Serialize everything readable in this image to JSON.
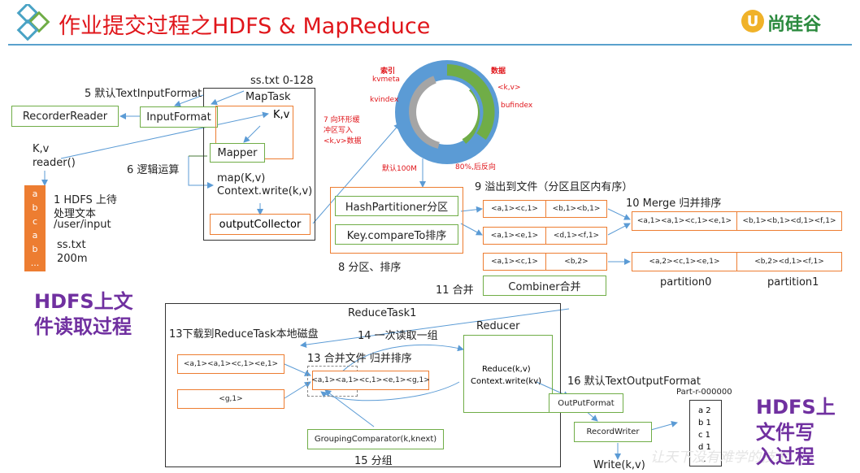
{
  "header": {
    "title": "作业提交过程之HDFS & MapReduce",
    "logo_text": "尚硅谷"
  },
  "map_side": {
    "input_format_label": "5 默认TextInputFormat",
    "file_range": "ss.txt 0-128",
    "maptask": "MapTask",
    "recorder_reader": "RecorderReader",
    "input_format": "InputFormat",
    "kv": "K,v",
    "kv_reader_1": "K,v",
    "kv_reader_2": "reader()",
    "mapper": "Mapper",
    "logic_label": "6 逻辑运算",
    "map_call_1": "map(K,v)",
    "map_call_2": "Context.write(k,v)",
    "output_collector": "outputCollector",
    "hdfs_file_chars": [
      "a",
      "b",
      "c",
      "a",
      "b",
      "..."
    ],
    "hdfs_upload_1": "1 HDFS 上待",
    "hdfs_upload_2": "处理文本",
    "hdfs_upload_3": "/user/input",
    "file_name": "ss.txt",
    "file_size": "200m",
    "hdfs_read_1": "HDFS上文",
    "hdfs_read_2": "件读取过程"
  },
  "ring_buffer": {
    "index_label": "索引",
    "kvmeta": "kvmeta",
    "kvindex": "kvindex",
    "data_label": "数据",
    "kv_pair": "<k,v>",
    "bufindex": "bufindex",
    "write_note_1": "7 向环形缓",
    "write_note_2": "冲区写入",
    "write_note_3": "<k,v>数据",
    "default_size": "默认100M",
    "threshold": "80%,后反向"
  },
  "shuffle": {
    "spill_label": "9 溢出到文件（分区且区内有序）",
    "hash_partitioner": "HashPartitioner分区",
    "key_compare": "Key.compareTo排序",
    "partition_sort_label": "8 分区、排序",
    "spill_rows": [
      [
        "<a,1><c,1>",
        "<b,1><b,1>"
      ],
      [
        "<a,1><e,1>",
        "<d,1><f,1>"
      ],
      [
        "<a,1><c,1>",
        "<b,2>"
      ]
    ],
    "merge_label": "10 Merge 归并排序",
    "merged_rows": [
      [
        "<a,1><a,1><c,1><e,1>",
        "<b,1><b,1><d,1><f,1>"
      ],
      [
        "<a,2><c,1><e,1>",
        "<b,2><d,1><f,1>"
      ]
    ],
    "partition0": "partition0",
    "partition1": "partition1",
    "combine_label": "11 合并",
    "combiner": "Combiner合并"
  },
  "reduce_side": {
    "reduce_task": "ReduceTask1",
    "download_label": "13下载到ReduceTask本地磁盘",
    "read_group_label": "14 一次读取一组",
    "reducer": "Reducer",
    "merge_sort_label": "13 合并文件 归并排序",
    "input_a": "<a,1><a,1><c,1><e,1>",
    "input_g": "<g,1>",
    "merged": "<a,1><a,1><c,1><e,1><g,1>",
    "reduce_call_1": "Reduce(k,v)",
    "reduce_call_2": "Context.write(kv)",
    "grouping": "GroupingComparator(k,knext)",
    "grouping_label": "15 分组",
    "output_format_label": "16 默认TextOutputFormat",
    "output_format": "OutPutFormat",
    "record_writer": "RecordWriter",
    "write_call": "Write(k,v)",
    "part_file": "Part-r-000000",
    "part_lines": [
      "a 2",
      "b 1",
      "c 1",
      "d 1",
      "..."
    ],
    "hdfs_write_1": "HDFS上",
    "hdfs_write_2": "文件写",
    "hdfs_write_3": "入过程",
    "watermark": "让天下没有难学的技术"
  },
  "colors": {
    "title": "#e0161b",
    "green": "#70ad47",
    "orange": "#ed7d31",
    "purple": "#7030a0",
    "blue_line": "#5b9bd5",
    "hdfs_file_bg": "#ed7d31"
  }
}
